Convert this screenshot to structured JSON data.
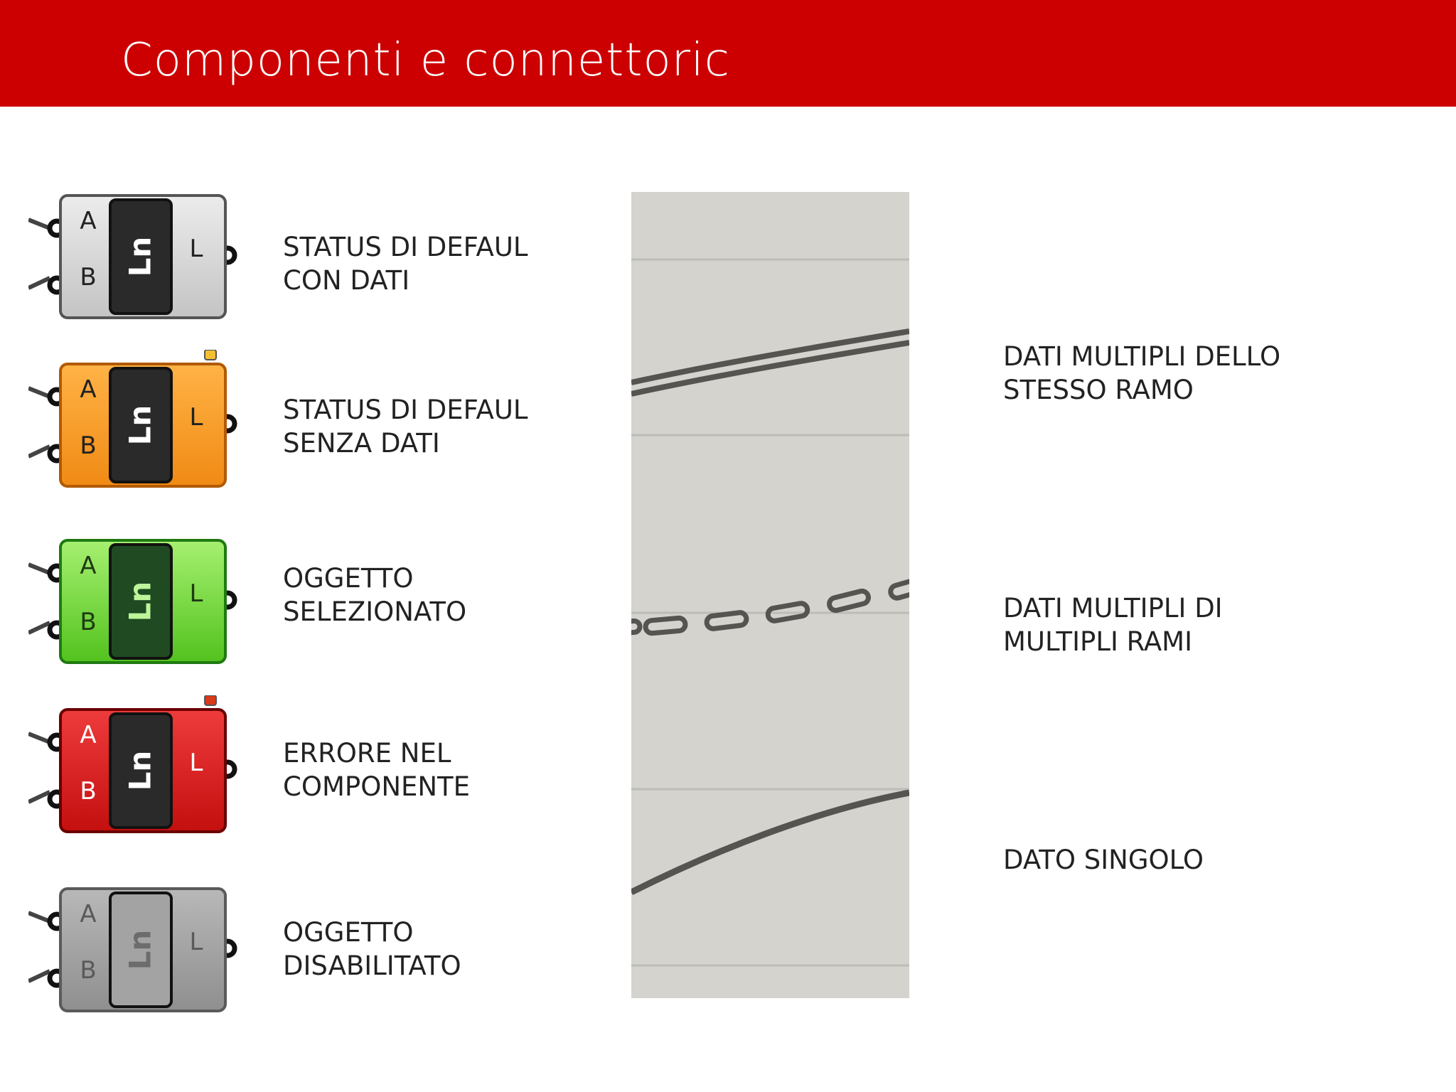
{
  "slide": {
    "title": "Componenti e connettoric"
  },
  "component_glyph": {
    "name": "Ln",
    "inputs": [
      "A",
      "B"
    ],
    "output": "L"
  },
  "components": [
    {
      "state": "default-with-data",
      "fill_top": "#ececec",
      "fill_bottom": "#c4c4c4",
      "stroke": "#555555",
      "core": "#2a2a2a",
      "core_text": "#ffffff",
      "text": "#222222",
      "flag": "none",
      "label": [
        "STATUS DI DEFAUL",
        "CON DATI"
      ]
    },
    {
      "state": "default-without-data",
      "fill_top": "#ffb346",
      "fill_bottom": "#f08a14",
      "stroke": "#b25a00",
      "core": "#2a2a2a",
      "core_text": "#ffffff",
      "text": "#222222",
      "flag": "#f4c030",
      "label": [
        "STATUS DI DEFAUL",
        "SENZA DATI"
      ]
    },
    {
      "state": "selected",
      "fill_top": "#a6f070",
      "fill_bottom": "#52c21e",
      "stroke": "#1f7a12",
      "core": "#1f4a22",
      "core_text": "#bff59a",
      "text": "#1e3a14",
      "flag": "none",
      "label": [
        "OGGETTO",
        "SELEZIONATO"
      ]
    },
    {
      "state": "error",
      "fill_top": "#ee3b3b",
      "fill_bottom": "#c40f0f",
      "stroke": "#6a0000",
      "core": "#2a2a2a",
      "core_text": "#ffffff",
      "text": "#ffffff",
      "flag": "#d93a1a",
      "label": [
        "ERRORE NEL",
        "COMPONENTE"
      ]
    },
    {
      "state": "disabled",
      "fill_top": "#b8b8b8",
      "fill_bottom": "#8f8f8f",
      "stroke": "#5a5a5a",
      "core": "#a3a3a3",
      "core_text": "#6c6c6c",
      "text": "#5a5a5a",
      "flag": "none",
      "label": [
        "OGGETTO",
        "DISABILITATO"
      ]
    }
  ],
  "wires": [
    {
      "type": "double-line",
      "label": [
        "DATI MULTIPLI DELLO",
        "STESSO RAMO"
      ]
    },
    {
      "type": "dashed-tree",
      "label": [
        "DATI MULTIPLI DI",
        "MULTIPLI RAMI"
      ]
    },
    {
      "type": "single-line",
      "label": [
        "DATO SINGOLO"
      ]
    }
  ],
  "colors": {
    "header": "#cc0000",
    "panel": "#d4d3ce",
    "wire": "#555451",
    "gridline": "#bdbcb7"
  }
}
